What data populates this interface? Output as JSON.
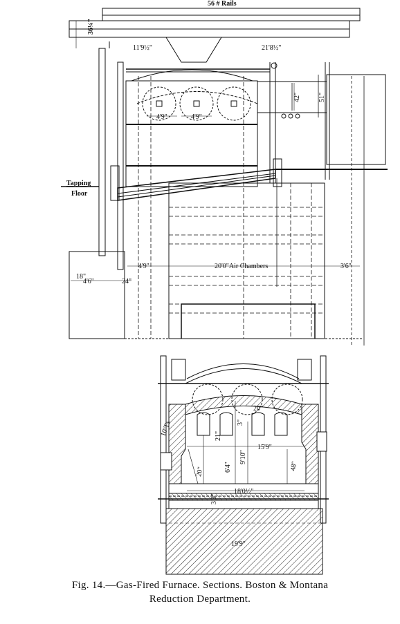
{
  "figure": {
    "caption_line1": "Fig. 14.—Gas-Fired Furnace.  Sections.  Boston & Montana",
    "caption_line2": "Reduction Department."
  },
  "upper_section": {
    "rails_label": "56 # Rails",
    "height_label": "36¼\"",
    "dim_left_top": "11'9½\"",
    "dim_right_top": "21'8½\"",
    "dim_pipe_height": "42\"",
    "dim_side_height": "51\"",
    "dim_spacing_1": "4'9\"",
    "dim_spacing_2": "4'9\"",
    "tapping_label": "Tapping",
    "floor_label": "Floor",
    "dim_18": "18\"",
    "dim_4_6": "4'6\"",
    "dim_24": "24\"",
    "dim_4_9": "4'9\"",
    "air_chambers_label": "20'0\"Air Chambers",
    "dim_3_6": "3'6\""
  },
  "lower_section": {
    "dim_10_ts": "10\"I's",
    "dim_20_top": "20\"",
    "dim_21": "21\"",
    "dim_3": "3\"",
    "dim_15_9": "15'9\"",
    "dim_20_side": "20\"",
    "dim_6_4": "6'4\"",
    "dim_9_10": "9'10\"",
    "dim_48": "48\"",
    "dim_3_3": "3'3\"",
    "dim_18_0": "18'0½\"",
    "dim_19_9": "19'9\""
  }
}
